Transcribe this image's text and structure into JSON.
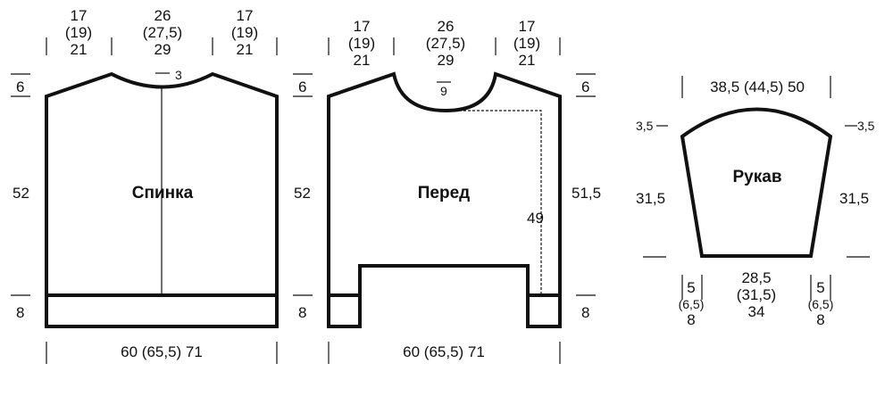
{
  "back": {
    "title": "Спинка",
    "shoulder_left": [
      "17",
      "(19)",
      "21"
    ],
    "neck": [
      "26",
      "(27,5)",
      "29"
    ],
    "shoulder_right": [
      "17",
      "(19)",
      "21"
    ],
    "neck_depth": "3",
    "shoulder_drop": "6",
    "height": "52",
    "rib": "8",
    "width": "60 (65,5) 71"
  },
  "front": {
    "title": "Перед",
    "shoulder_left": [
      "17",
      "(19)",
      "21"
    ],
    "neck": [
      "26",
      "(27,5)",
      "29"
    ],
    "shoulder_right": [
      "17",
      "(19)",
      "21"
    ],
    "neck_depth": "9",
    "shoulder_drop_left": "6",
    "shoulder_drop_right": "6",
    "height_left": "52",
    "height_right": "51,5",
    "inner_height": "49",
    "rib_left": "8",
    "rib_right": "8",
    "width": "60 (65,5) 71"
  },
  "sleeve": {
    "title": "Рукав",
    "top_width": "38,5 (44,5) 50",
    "cap_left": "3,5",
    "cap_right": "3,5",
    "height_left": "31,5",
    "height_right": "31,5",
    "bottom_width": [
      "28,5",
      "(31,5)",
      "34"
    ],
    "cuff_left": [
      "5",
      "(6,5)",
      "8"
    ],
    "cuff_right": [
      "5",
      "(6,5)",
      "8"
    ]
  }
}
